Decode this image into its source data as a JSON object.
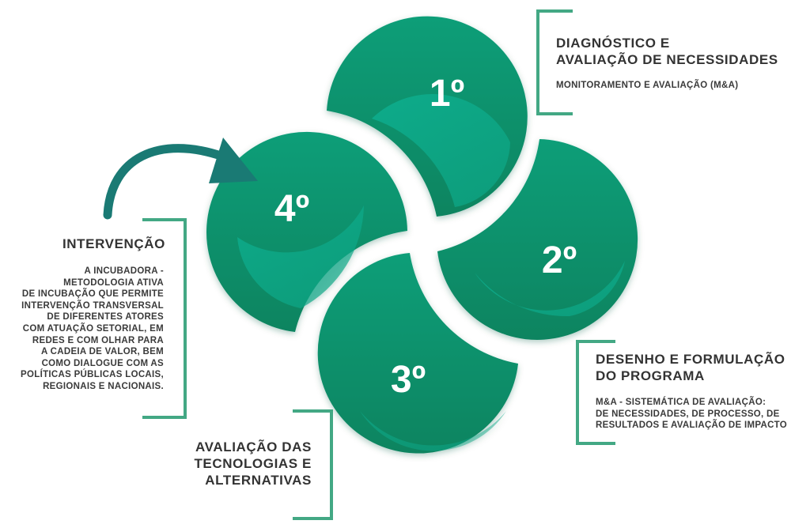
{
  "colors": {
    "petal_light": "#13b092",
    "petal_dark": "#0b8a64",
    "accent_bracket": "#43a884",
    "arrow": "#1a7a74",
    "text": "#333333"
  },
  "petals": [
    {
      "id": "1",
      "label": "1º"
    },
    {
      "id": "2",
      "label": "2º"
    },
    {
      "id": "3",
      "label": "3º"
    },
    {
      "id": "4",
      "label": "4º"
    }
  ],
  "stage1": {
    "title_lines": [
      "DIAGNÓSTICO E",
      "AVALIAÇÃO DE NECESSIDADES"
    ],
    "subtitle": "MONITORAMENTO E AVALIAÇÃO (M&A)"
  },
  "stage2": {
    "title_lines": [
      "DESENHO E FORMULAÇÃO",
      "DO PROGRAMA"
    ],
    "subtitle_lines": [
      "M&A - SISTEMÁTICA DE AVALIAÇÃO:",
      "DE NECESSIDADES, DE PROCESSO, DE",
      "RESULTADOS E AVALIAÇÃO DE IMPACTO"
    ]
  },
  "stage3": {
    "title_lines": [
      "AVALIAÇÃO DAS",
      "TECNOLOGIAS E",
      "ALTERNATIVAS"
    ]
  },
  "stage4": {
    "title": "INTERVENÇÃO",
    "description_lines": [
      "A INCUBADORA -",
      "METODOLOGIA ATIVA",
      "DE INCUBAÇÃO QUE PERMITE",
      "INTERVENÇÃO TRANSVERSAL",
      "DE DIFERENTES ATORES",
      "COM ATUAÇÃO SETORIAL, EM",
      "REDES E COM OLHAR PARA",
      "A CADEIA DE VALOR, BEM",
      "COMO DIALOGUE COM AS",
      "POLÍTICAS PÚBLICAS LOCAIS,",
      "REGIONAIS E NACIONAIS."
    ]
  }
}
